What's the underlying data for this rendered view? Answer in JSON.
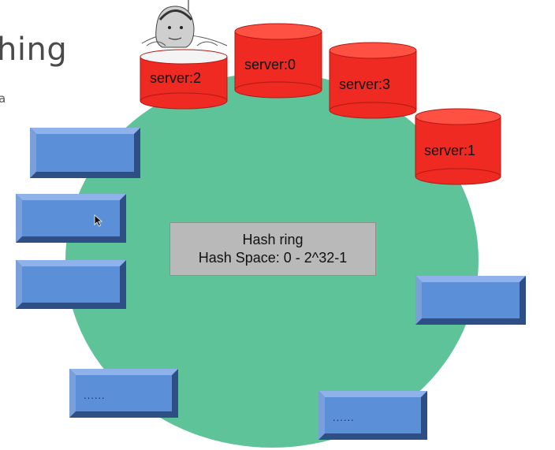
{
  "slide": {
    "title_fragment": "hing",
    "subtitle_fragment": "a"
  },
  "ring": {
    "line1": "Hash ring",
    "line2": "Hash Space: 0 - 2^32-1",
    "color": "#5fc39a"
  },
  "servers": [
    {
      "label": "server:2"
    },
    {
      "label": "server:0"
    },
    {
      "label": "server:3"
    },
    {
      "label": "server:1"
    }
  ],
  "server_color": "#ee2a22",
  "block_color": "#5b8fd8",
  "blocks": [
    {
      "label": ""
    },
    {
      "label": ""
    },
    {
      "label": ""
    },
    {
      "label": ""
    },
    {
      "label": "......"
    },
    {
      "label": "......"
    }
  ],
  "icons": {
    "meme": "thinking-person-sketch",
    "cursor": "mouse-pointer-icon"
  }
}
